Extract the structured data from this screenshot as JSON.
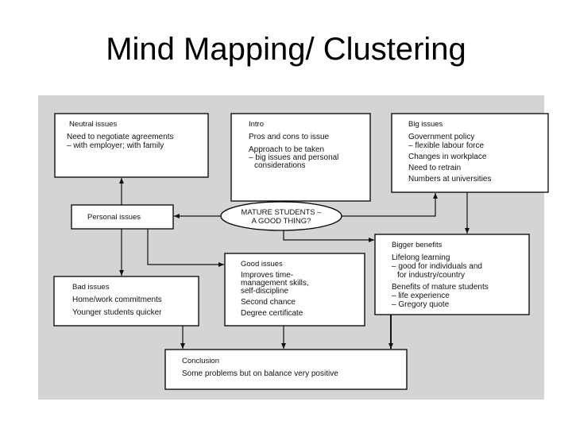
{
  "title": "Mind Mapping/ Clustering",
  "diagram": {
    "background_color": "#d4d4d6",
    "center": [
      "MATURE STUDENTS –",
      "A GOOD THING?"
    ],
    "neutral": {
      "heading": "Neutral issues",
      "lines": [
        "Need to negotiate agreements",
        "– with employer; with family"
      ]
    },
    "intro": {
      "heading": "Intro",
      "lines": [
        "Pros and cons to issue",
        "Approach to be taken",
        "– big issues and personal",
        "considerations"
      ]
    },
    "big": {
      "heading": "Big issues",
      "lines": [
        "Government policy",
        "– flexible labour force",
        "Changes in workplace",
        "Need to retrain",
        "Numbers at universities"
      ]
    },
    "personal": {
      "heading": "Personal issues"
    },
    "bigger": {
      "heading": "Bigger benefits",
      "lines": [
        "Lifelong learning",
        "– good for individuals and",
        "for industry/country",
        "Benefits of mature students",
        "– life experience",
        "– Gregory quote"
      ]
    },
    "good": {
      "heading": "Good issues",
      "lines": [
        "Improves time-",
        "management skills,",
        "self-discipline",
        "Second chance",
        "Degree certificate"
      ]
    },
    "bad": {
      "heading": "Bad issues",
      "lines": [
        "Home/work commitments",
        "Younger students quicker"
      ]
    },
    "conclusion": {
      "heading": "Conclusion",
      "lines": [
        "Some problems but on balance very positive"
      ]
    }
  }
}
